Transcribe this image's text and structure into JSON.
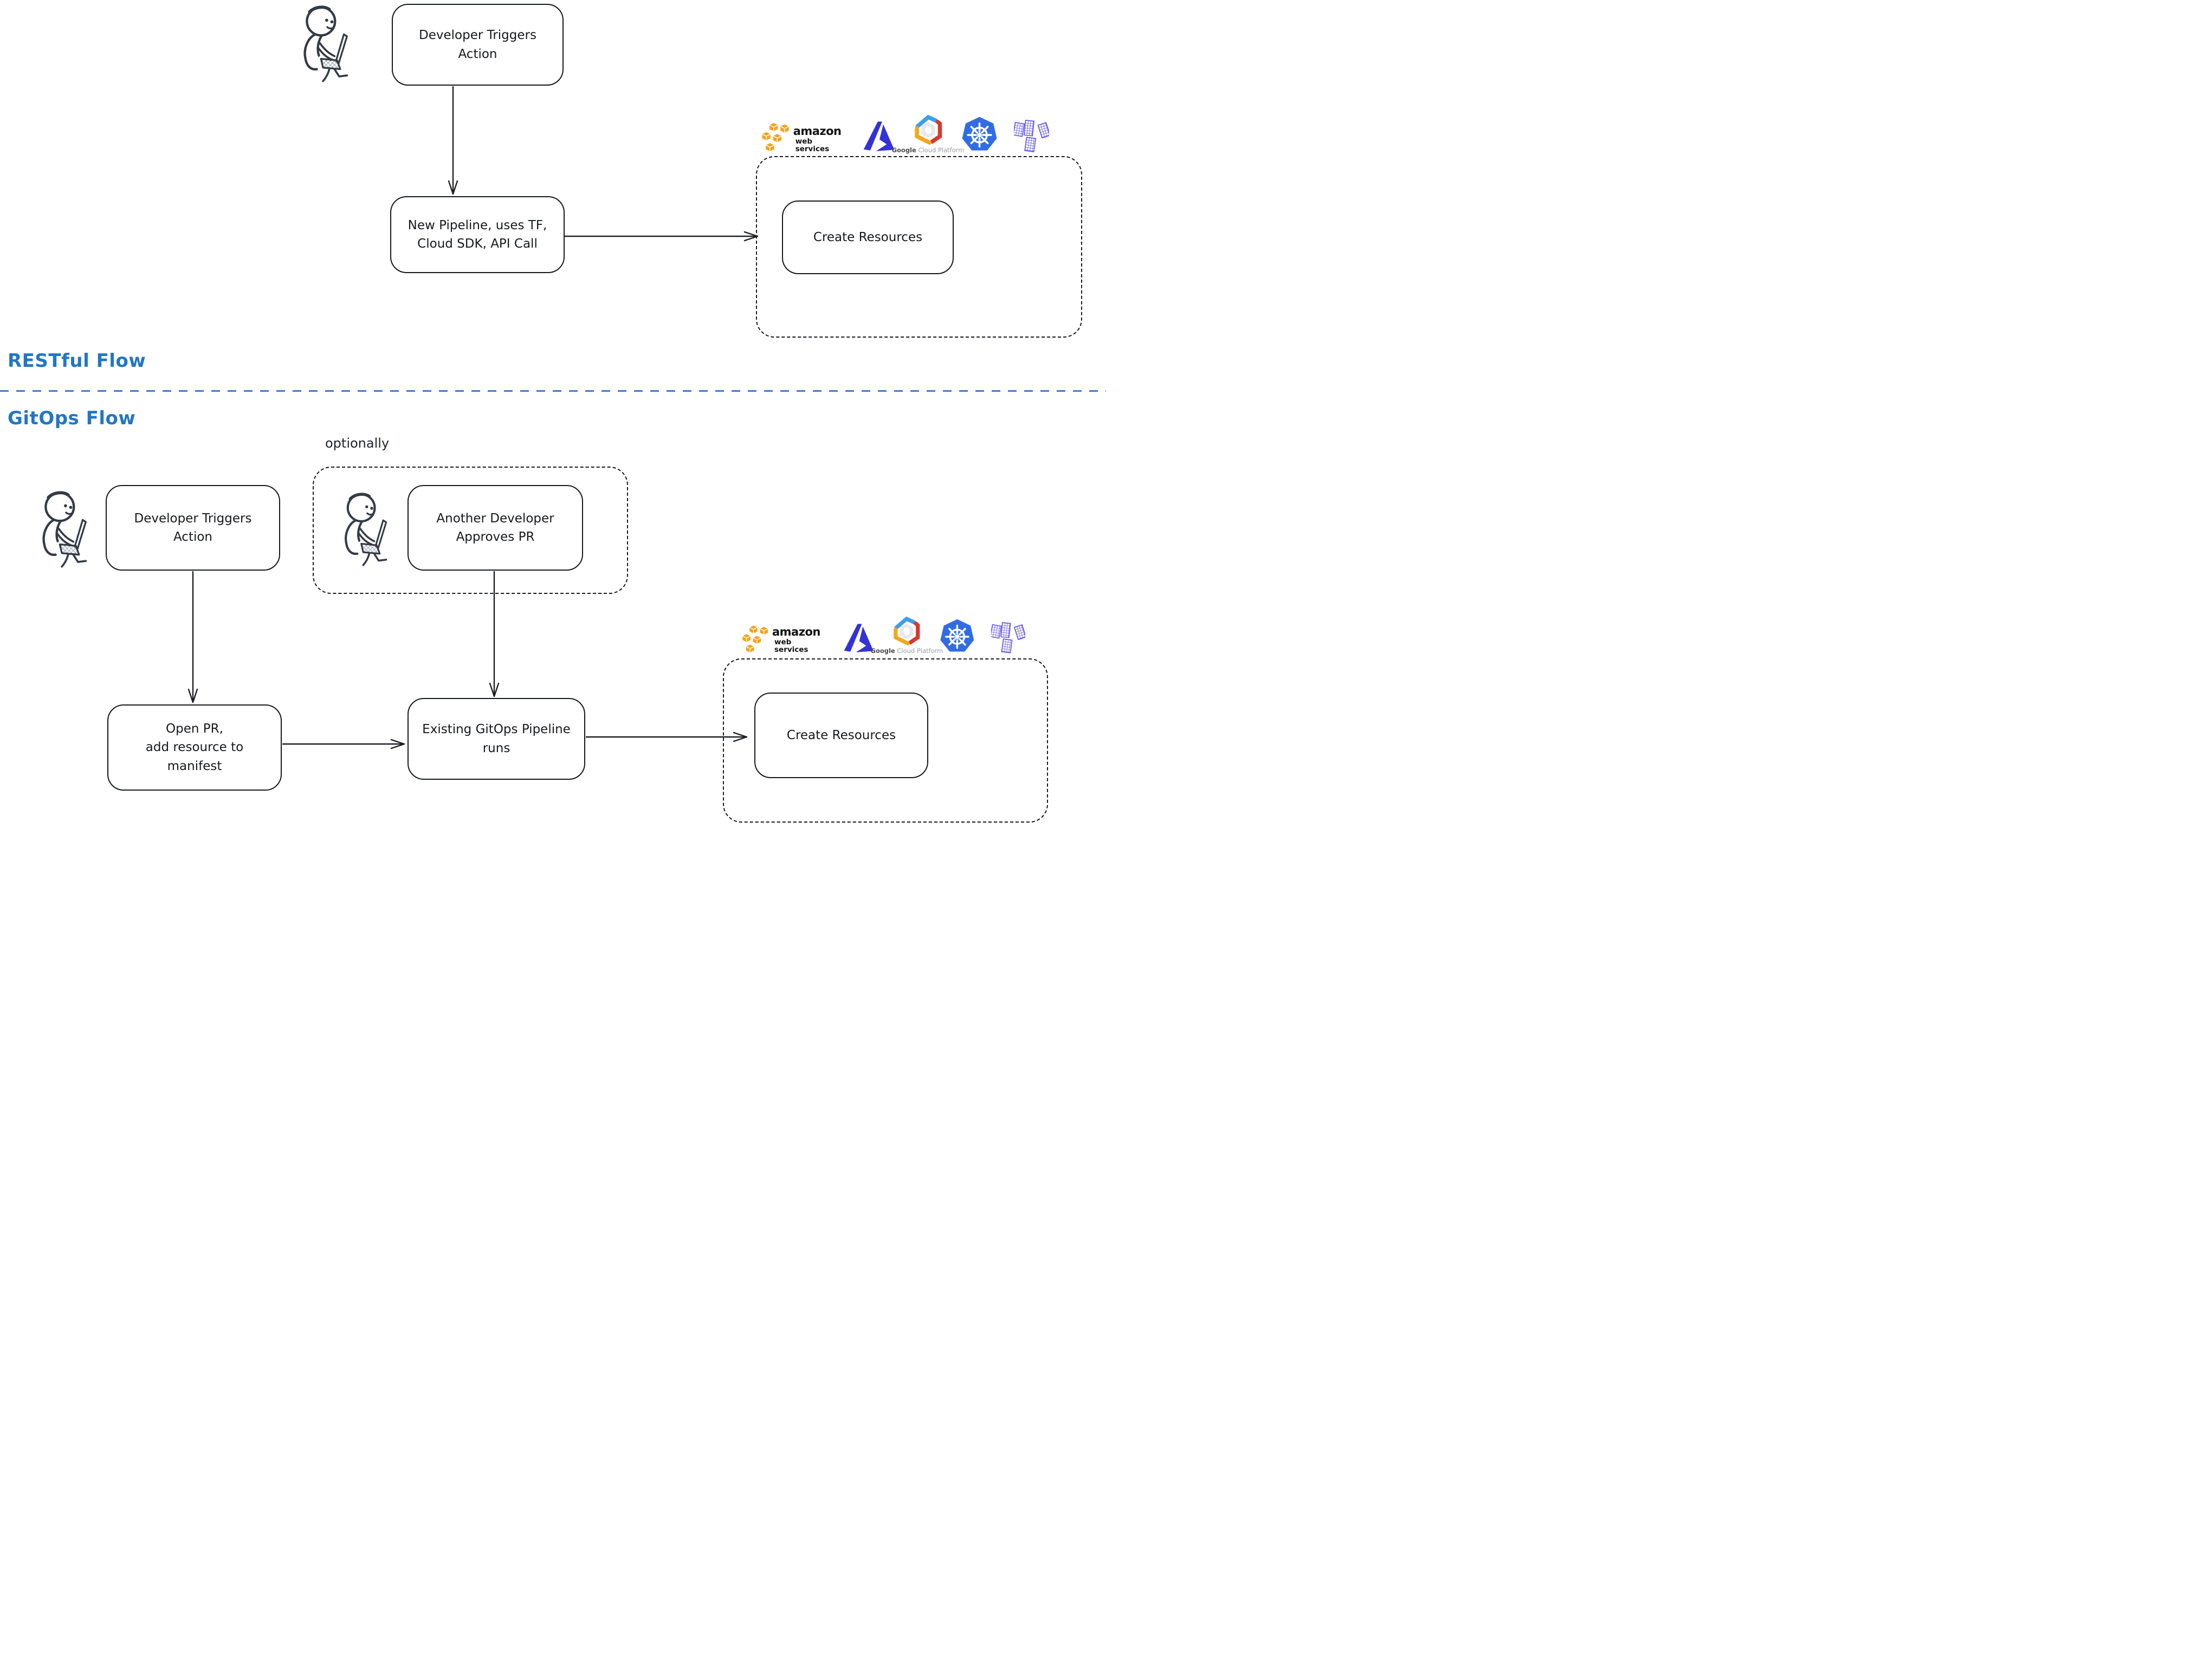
{
  "colors": {
    "ink": "#15181c",
    "figure_ink": "#343b46",
    "flow_blue": "#2176c7",
    "divider_blue": "#3a7fc2",
    "aws_orange": "#f5a41c",
    "azure_blue": "#3232d8",
    "gcp_blue": "#3d9fea",
    "gcp_red": "#d8392f",
    "gcp_yellow": "#f3a81c",
    "kubernetes_blue": "#326ce5",
    "terraform_purple": "#6157e8"
  },
  "sections": {
    "restful_label": "RESTful Flow",
    "gitops_label": "GitOps Flow",
    "optionally_label": "optionally"
  },
  "nodes": {
    "dev_trigger_top": "Developer Triggers\nAction",
    "new_pipeline": "New Pipeline, uses TF,\nCloud SDK, API Call",
    "create_resources_top": "Create Resources",
    "dev_trigger_gitops": "Developer Triggers\nAction",
    "another_developer": "Another Developer\nApproves PR",
    "open_pr": "Open PR,\nadd resource to\nmanifest",
    "existing_pipeline": "Existing GitOps Pipeline\nruns",
    "create_resources_bottom": "Create Resources"
  },
  "logos": {
    "aws_line1": "amazon",
    "aws_line2": "web services",
    "gcp_bold": "Google",
    "gcp_light": "Cloud Platform",
    "icons": [
      "aws-logo",
      "azure-logo",
      "gcp-logo",
      "kubernetes-logo",
      "terraform-logo"
    ]
  }
}
